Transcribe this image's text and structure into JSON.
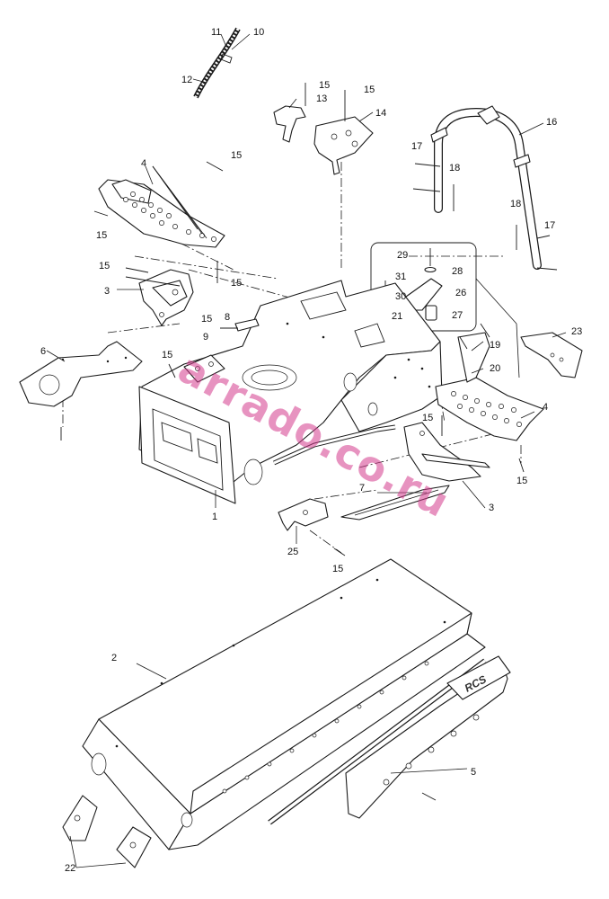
{
  "diagram": {
    "callouts": [
      {
        "id": "c1",
        "label": "1"
      },
      {
        "id": "c2",
        "label": "2"
      },
      {
        "id": "c3a",
        "label": "3"
      },
      {
        "id": "c3b",
        "label": "3"
      },
      {
        "id": "c4a",
        "label": "4"
      },
      {
        "id": "c4b",
        "label": "4"
      },
      {
        "id": "c5",
        "label": "5"
      },
      {
        "id": "c6",
        "label": "6"
      },
      {
        "id": "c7",
        "label": "7"
      },
      {
        "id": "c8",
        "label": "8"
      },
      {
        "id": "c9",
        "label": "9"
      },
      {
        "id": "c10",
        "label": "10"
      },
      {
        "id": "c11",
        "label": "11"
      },
      {
        "id": "c12",
        "label": "12"
      },
      {
        "id": "c13",
        "label": "13"
      },
      {
        "id": "c14",
        "label": "14"
      },
      {
        "id": "c15a",
        "label": "15"
      },
      {
        "id": "c15b",
        "label": "15"
      },
      {
        "id": "c15c",
        "label": "15"
      },
      {
        "id": "c15d",
        "label": "15"
      },
      {
        "id": "c15e",
        "label": "15"
      },
      {
        "id": "c15f",
        "label": "15"
      },
      {
        "id": "c15g",
        "label": "15"
      },
      {
        "id": "c15h",
        "label": "15"
      },
      {
        "id": "c15i",
        "label": "15"
      },
      {
        "id": "c15j",
        "label": "15"
      },
      {
        "id": "c15k",
        "label": "15"
      },
      {
        "id": "c16",
        "label": "16"
      },
      {
        "id": "c17a",
        "label": "17"
      },
      {
        "id": "c17b",
        "label": "17"
      },
      {
        "id": "c18a",
        "label": "18"
      },
      {
        "id": "c18b",
        "label": "18"
      },
      {
        "id": "c19",
        "label": "19"
      },
      {
        "id": "c20",
        "label": "20"
      },
      {
        "id": "c21",
        "label": "21"
      },
      {
        "id": "c22",
        "label": "22"
      },
      {
        "id": "c23",
        "label": "23"
      },
      {
        "id": "c25",
        "label": "25"
      },
      {
        "id": "c26",
        "label": "26"
      },
      {
        "id": "c27",
        "label": "27"
      },
      {
        "id": "c28",
        "label": "28"
      },
      {
        "id": "c29",
        "label": "29"
      },
      {
        "id": "c30",
        "label": "30"
      },
      {
        "id": "c31",
        "label": "31"
      }
    ],
    "brand_mark": "RCS",
    "watermark": "arrado.co.ru"
  }
}
